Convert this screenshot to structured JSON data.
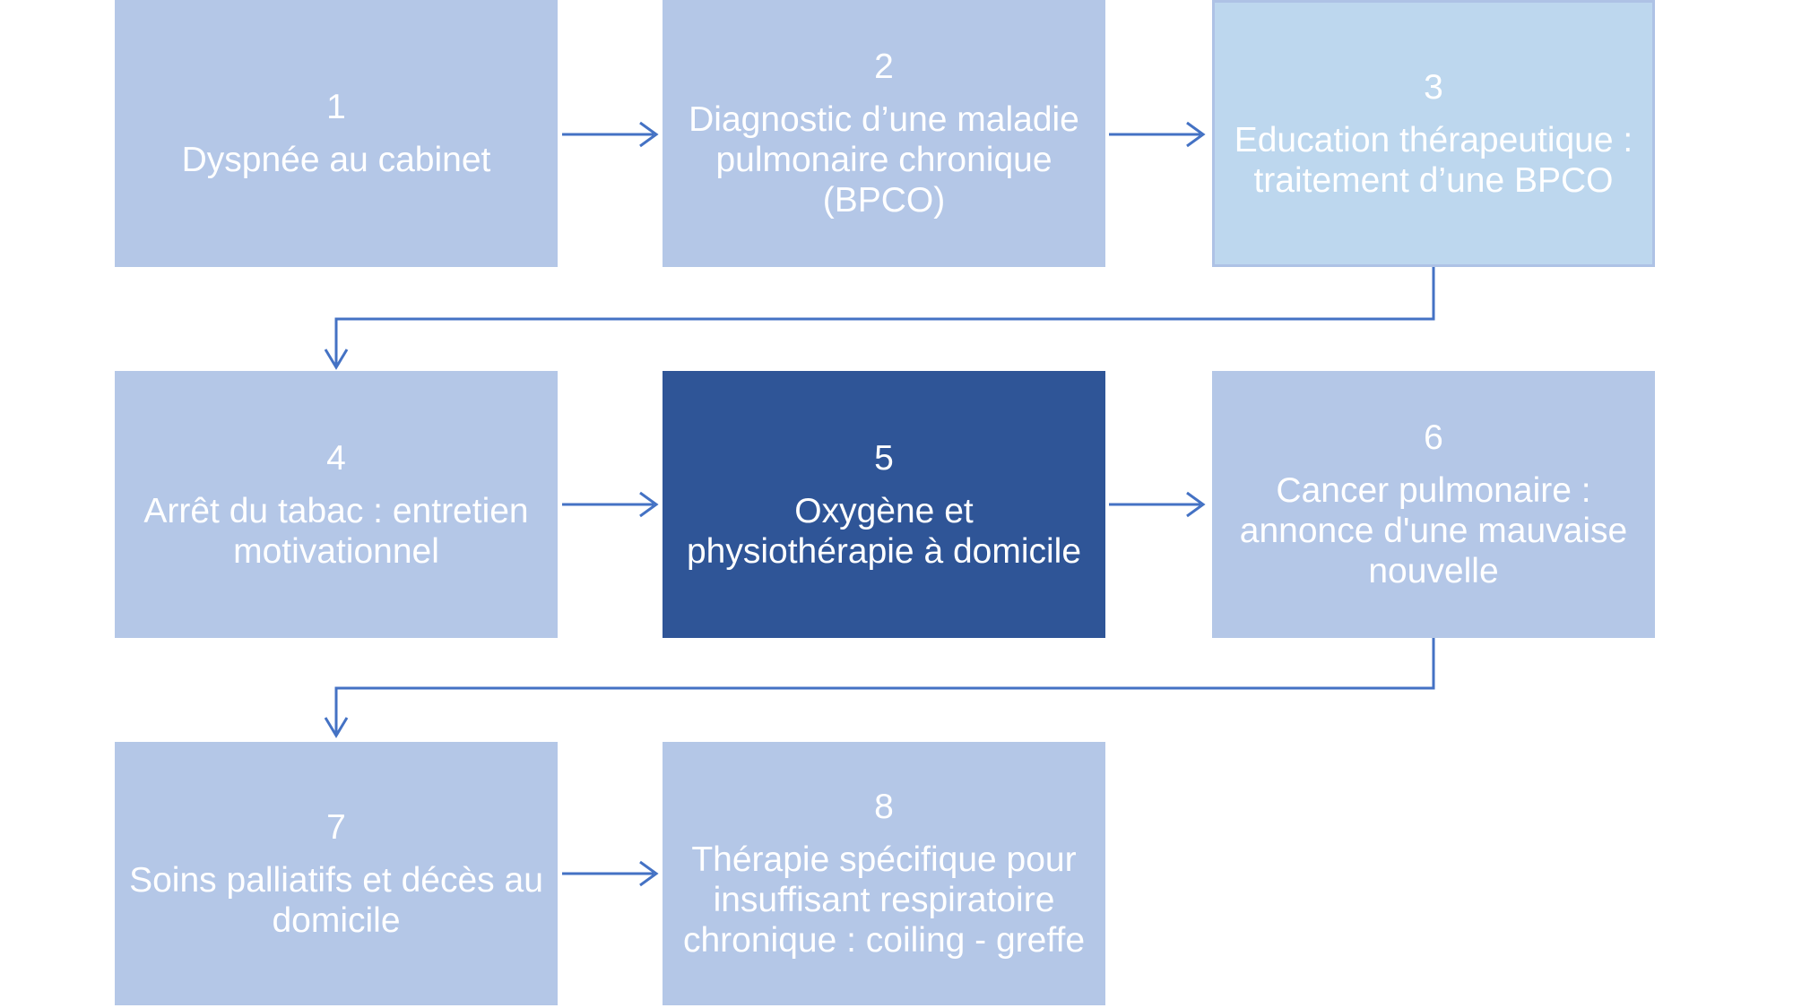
{
  "figure": {
    "type": "flowchart",
    "language": "fr",
    "boxes": [
      {
        "number": "1",
        "title": "Dyspnée au cabinet",
        "variant": "light"
      },
      {
        "number": "2",
        "title": "Diagnostic d’une maladie\npulmonaire chronique\n(BPCO)",
        "variant": "light"
      },
      {
        "number": "3",
        "title": "Education thérapeutique :\ntraitement d’une BPCO",
        "variant": "lighter"
      },
      {
        "number": "4",
        "title": "Arrêt du tabac : entretien\nmotivationnel",
        "variant": "light"
      },
      {
        "number": "5",
        "title": "Oxygène et\nphysiothérapie à domicile",
        "variant": "dark"
      },
      {
        "number": "6",
        "title": "Cancer pulmonaire :\nannonce d'une mauvaise\nnouvelle",
        "variant": "light"
      },
      {
        "number": "7",
        "title": "Soins palliatifs et décès au\ndomicile",
        "variant": "light"
      },
      {
        "number": "8",
        "title": "Thérapie spécifique pour\ninsuffisant respiratoire\nchronique : coiling - greffe",
        "variant": "light"
      }
    ],
    "connections": [
      {
        "from": "1",
        "to": "2",
        "shape": "straight-arrow-right"
      },
      {
        "from": "2",
        "to": "3",
        "shape": "straight-arrow-right"
      },
      {
        "from": "3",
        "to": "4",
        "shape": "elbow-down-left-down"
      },
      {
        "from": "4",
        "to": "5",
        "shape": "straight-arrow-right"
      },
      {
        "from": "5",
        "to": "6",
        "shape": "straight-arrow-right"
      },
      {
        "from": "6",
        "to": "7",
        "shape": "elbow-down-left-down"
      },
      {
        "from": "7",
        "to": "8",
        "shape": "straight-arrow-right"
      }
    ]
  },
  "colors": {
    "background": "#FFFFFF",
    "box-light": "#B4C7E7",
    "box-lighter": "#BDD7EE",
    "box-lighter-border": "#AEC2E5",
    "box-dark": "#2F5597",
    "connector": "#4472C4",
    "text": "#FFFFFF"
  }
}
